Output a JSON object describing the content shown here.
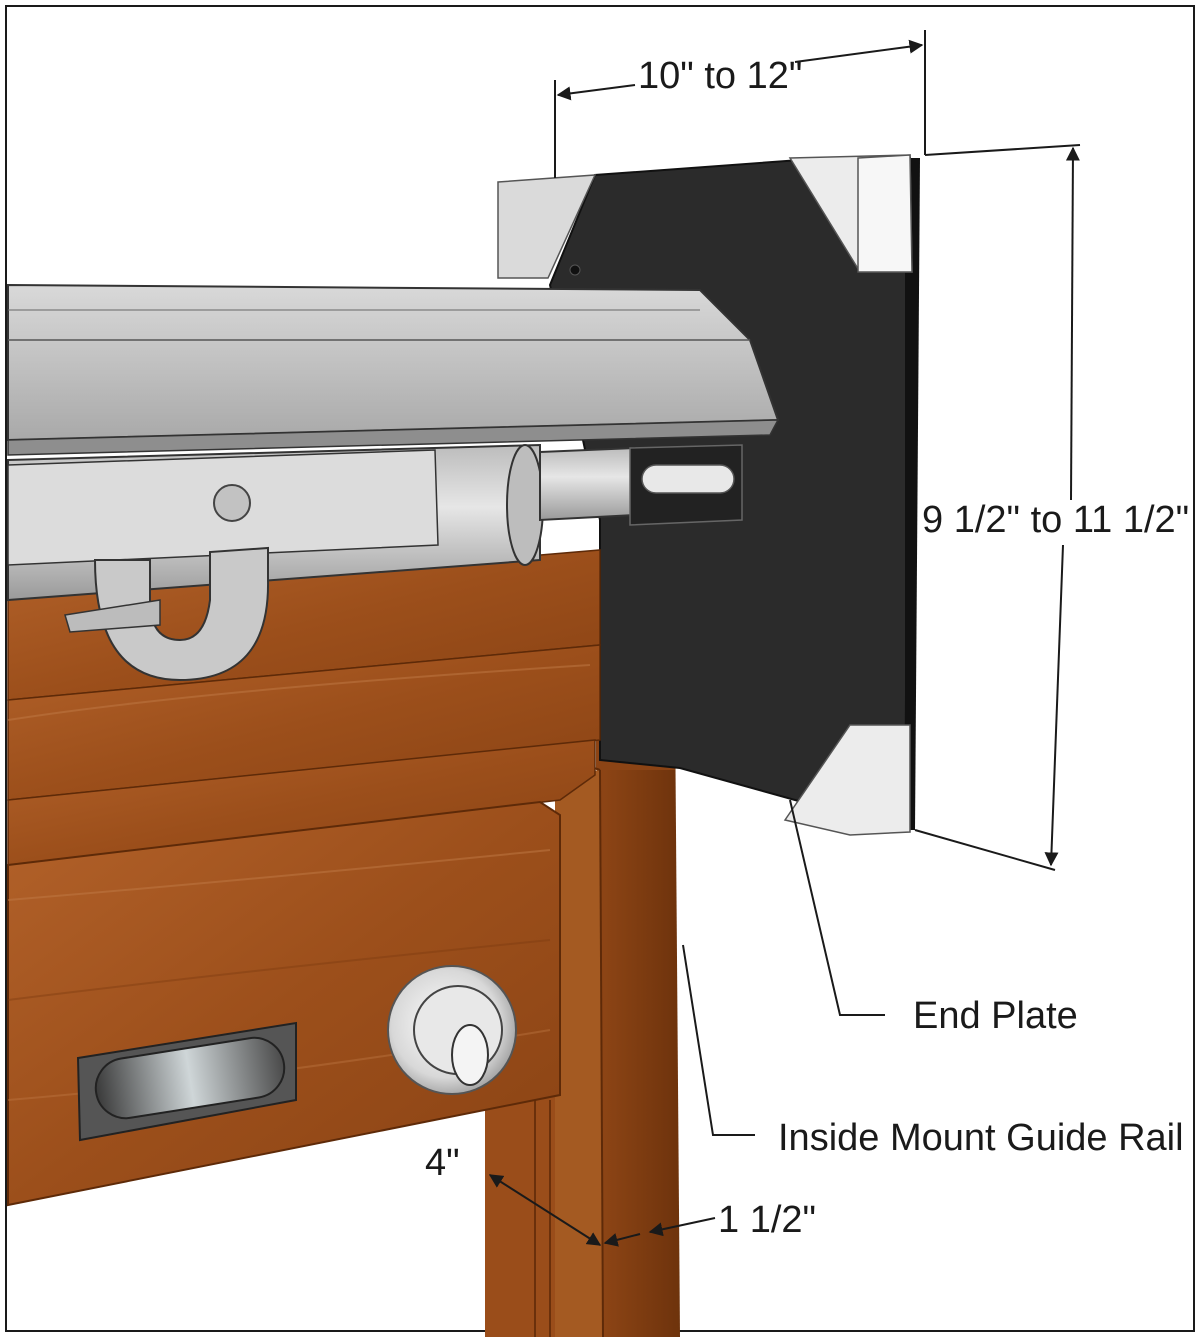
{
  "dimensions": {
    "depth": "10\" to 12\"",
    "height": "9 1/2\" to 11 1/2\"",
    "rail_depth": "4\"",
    "rail_width": "1 1/2\""
  },
  "callouts": {
    "end_plate": "End Plate",
    "guide_rail": "Inside Mount Guide Rail"
  },
  "colors": {
    "wood": "#a0531f",
    "end_plate": "#2b2b2b",
    "metal": "#c8c8c8",
    "bracket": "#e6e6e6"
  }
}
